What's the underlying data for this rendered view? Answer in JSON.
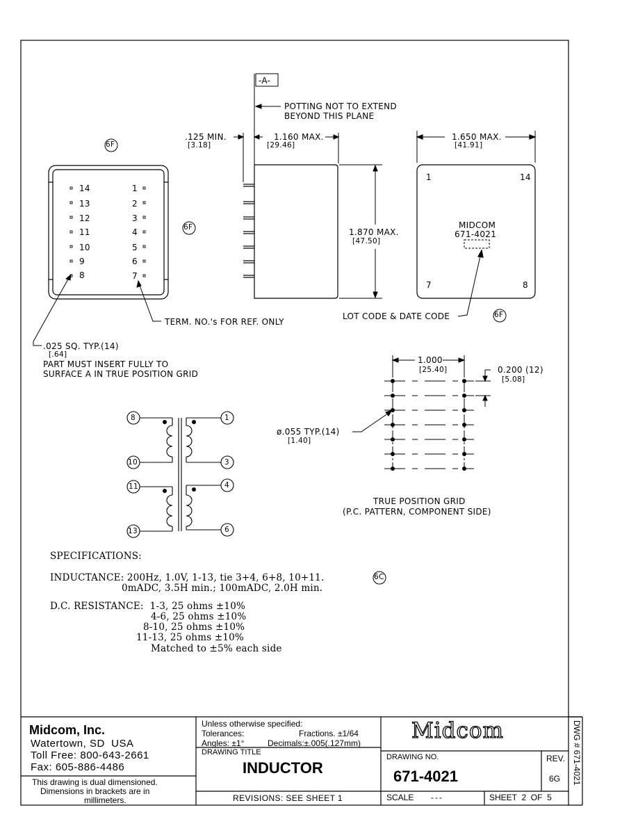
{
  "datum_label": "-A-",
  "notes": {
    "potting_line1": "POTTING NOT TO EXTEND",
    "potting_line2": "BEYOND THIS PLANE",
    "term_no": "TERM. NO.'s FOR REF. ONLY",
    "lot_code": "LOT CODE & DATE CODE",
    "pin_sq": ".025 SQ. TYP.(14)",
    "pin_sq_mm": "[.64]",
    "insert_line1": "PART MUST INSERT FULLY TO",
    "insert_line2": "SURFACE A IN TRUE POSITION GRID"
  },
  "dims": {
    "min_125": ".125 MIN.",
    "min_125_mm": "[3.18]",
    "max_1160": "1.160 MAX.",
    "max_1160_mm": "[29.46]",
    "max_1650": "1.650 MAX.",
    "max_1650_mm": "[41.91]",
    "max_1870": "1.870 MAX.",
    "max_1870_mm": "[47.50]",
    "grid_1000": "1.000",
    "grid_1000_mm": "[25.40]",
    "grid_0200": "0.200 (12)",
    "grid_0200_mm": "[5.08]",
    "hole_dia": "ø.055 TYP.(14)",
    "hole_dia_mm": "[1.40]"
  },
  "rev_bubbles": [
    "6F",
    "6F",
    "6F",
    "6C"
  ],
  "pins_left": [
    "14",
    "13",
    "12",
    "11",
    "10",
    "9",
    "8"
  ],
  "pins_right": [
    "1",
    "2",
    "3",
    "4",
    "5",
    "6",
    "7"
  ],
  "end_view": {
    "corner_tl": "1",
    "corner_tr": "14",
    "corner_bl": "7",
    "corner_br": "8",
    "marking1": "MIDCOM",
    "marking2": "671-4021"
  },
  "schematic_pins": {
    "p8": "8",
    "p10": "10",
    "p11": "11",
    "p13": "13",
    "p1": "1",
    "p3": "3",
    "p4": "4",
    "p6": "6"
  },
  "grid_caption1": "TRUE POSITION GRID",
  "grid_caption2": "(P.C. PATTERN, COMPONENT SIDE)",
  "specs": {
    "heading": "SPECIFICATIONS:",
    "inductance1": "INDUCTANCE: 200Hz, 1.0V, 1-13, tie 3+4, 6+8, 10+11.",
    "inductance2": "0mADC, 3.5H min.; 100mADC, 2.0H min.",
    "dcr1": "D.C. RESISTANCE:  1-3, 25 ohms ±10%",
    "dcr2": "4-6, 25 ohms ±10%",
    "dcr3": "8-10, 25 ohms ±10%",
    "dcr4": "11-13, 25 ohms ±10%",
    "dcr5": "Matched to ±5% each side"
  },
  "title_block": {
    "company": "Midcom, Inc.",
    "address": "Watertown, SD  USA",
    "toll_free": "Toll Free: 800-643-2661",
    "fax": "Fax: 605-886-4486",
    "dual1": "This drawing is dual dimensioned.",
    "dual2": "Dimensions in brackets are in",
    "dual3": "millimeters.",
    "unless": "Unless otherwise specified:",
    "tolerances": "Tolerances:",
    "fractions": "Fractions. ±1/64",
    "angles": "Angles: ±1°",
    "decimals": "Decimals:±.005(.127mm)",
    "drawing_title_label": "DRAWING TITLE",
    "drawing_title": "INDUCTOR",
    "revisions": "REVISIONS: SEE SHEET 1",
    "logo": "Midcom",
    "drawing_no_label": "DRAWING NO.",
    "drawing_no": "671-4021",
    "rev_label": "REV.",
    "rev": "6G",
    "scale_label": "SCALE",
    "scale": "---",
    "sheet": "SHEET  2  OF  5",
    "dwg_vertical": "DWG # 671-4021"
  }
}
